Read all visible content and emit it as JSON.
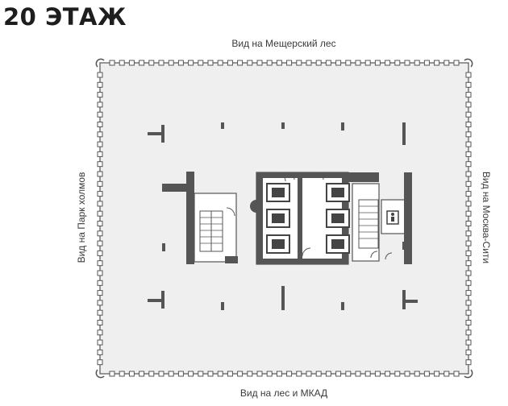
{
  "floor": {
    "title": "20 ЭТАЖ"
  },
  "views": {
    "north": "Вид на Мещерский лес",
    "south": "Вид на лес и МКАД",
    "west": "Вид на Парк холмов",
    "east": "Вид на Москва-Сити"
  },
  "icons": {
    "elevator": "elevator-icon",
    "restroom": "restroom-icon"
  },
  "colors": {
    "floor_fill": "#efefef",
    "wall": "#4a4a4a",
    "core_fill": "#ffffff"
  }
}
